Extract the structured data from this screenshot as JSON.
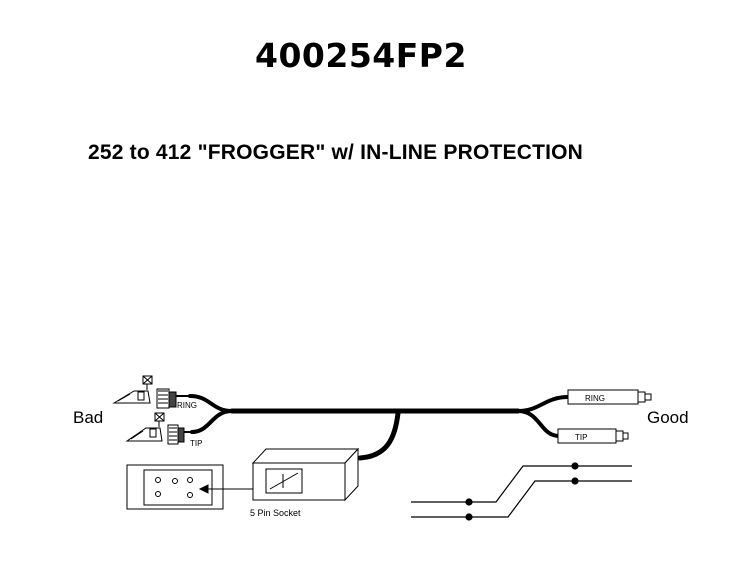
{
  "header": {
    "part_number": "400254FP2",
    "subtitle": "252 to 412 \"FROGGER\" w/ IN-LINE PROTECTION"
  },
  "diagram": {
    "bad_label": "Bad",
    "good_label": "Good",
    "bad_ring_label": "RING",
    "bad_tip_label": "TIP",
    "good_ring_label": "RING",
    "good_tip_label": "TIP",
    "socket_label": "5 Pin Socket"
  }
}
